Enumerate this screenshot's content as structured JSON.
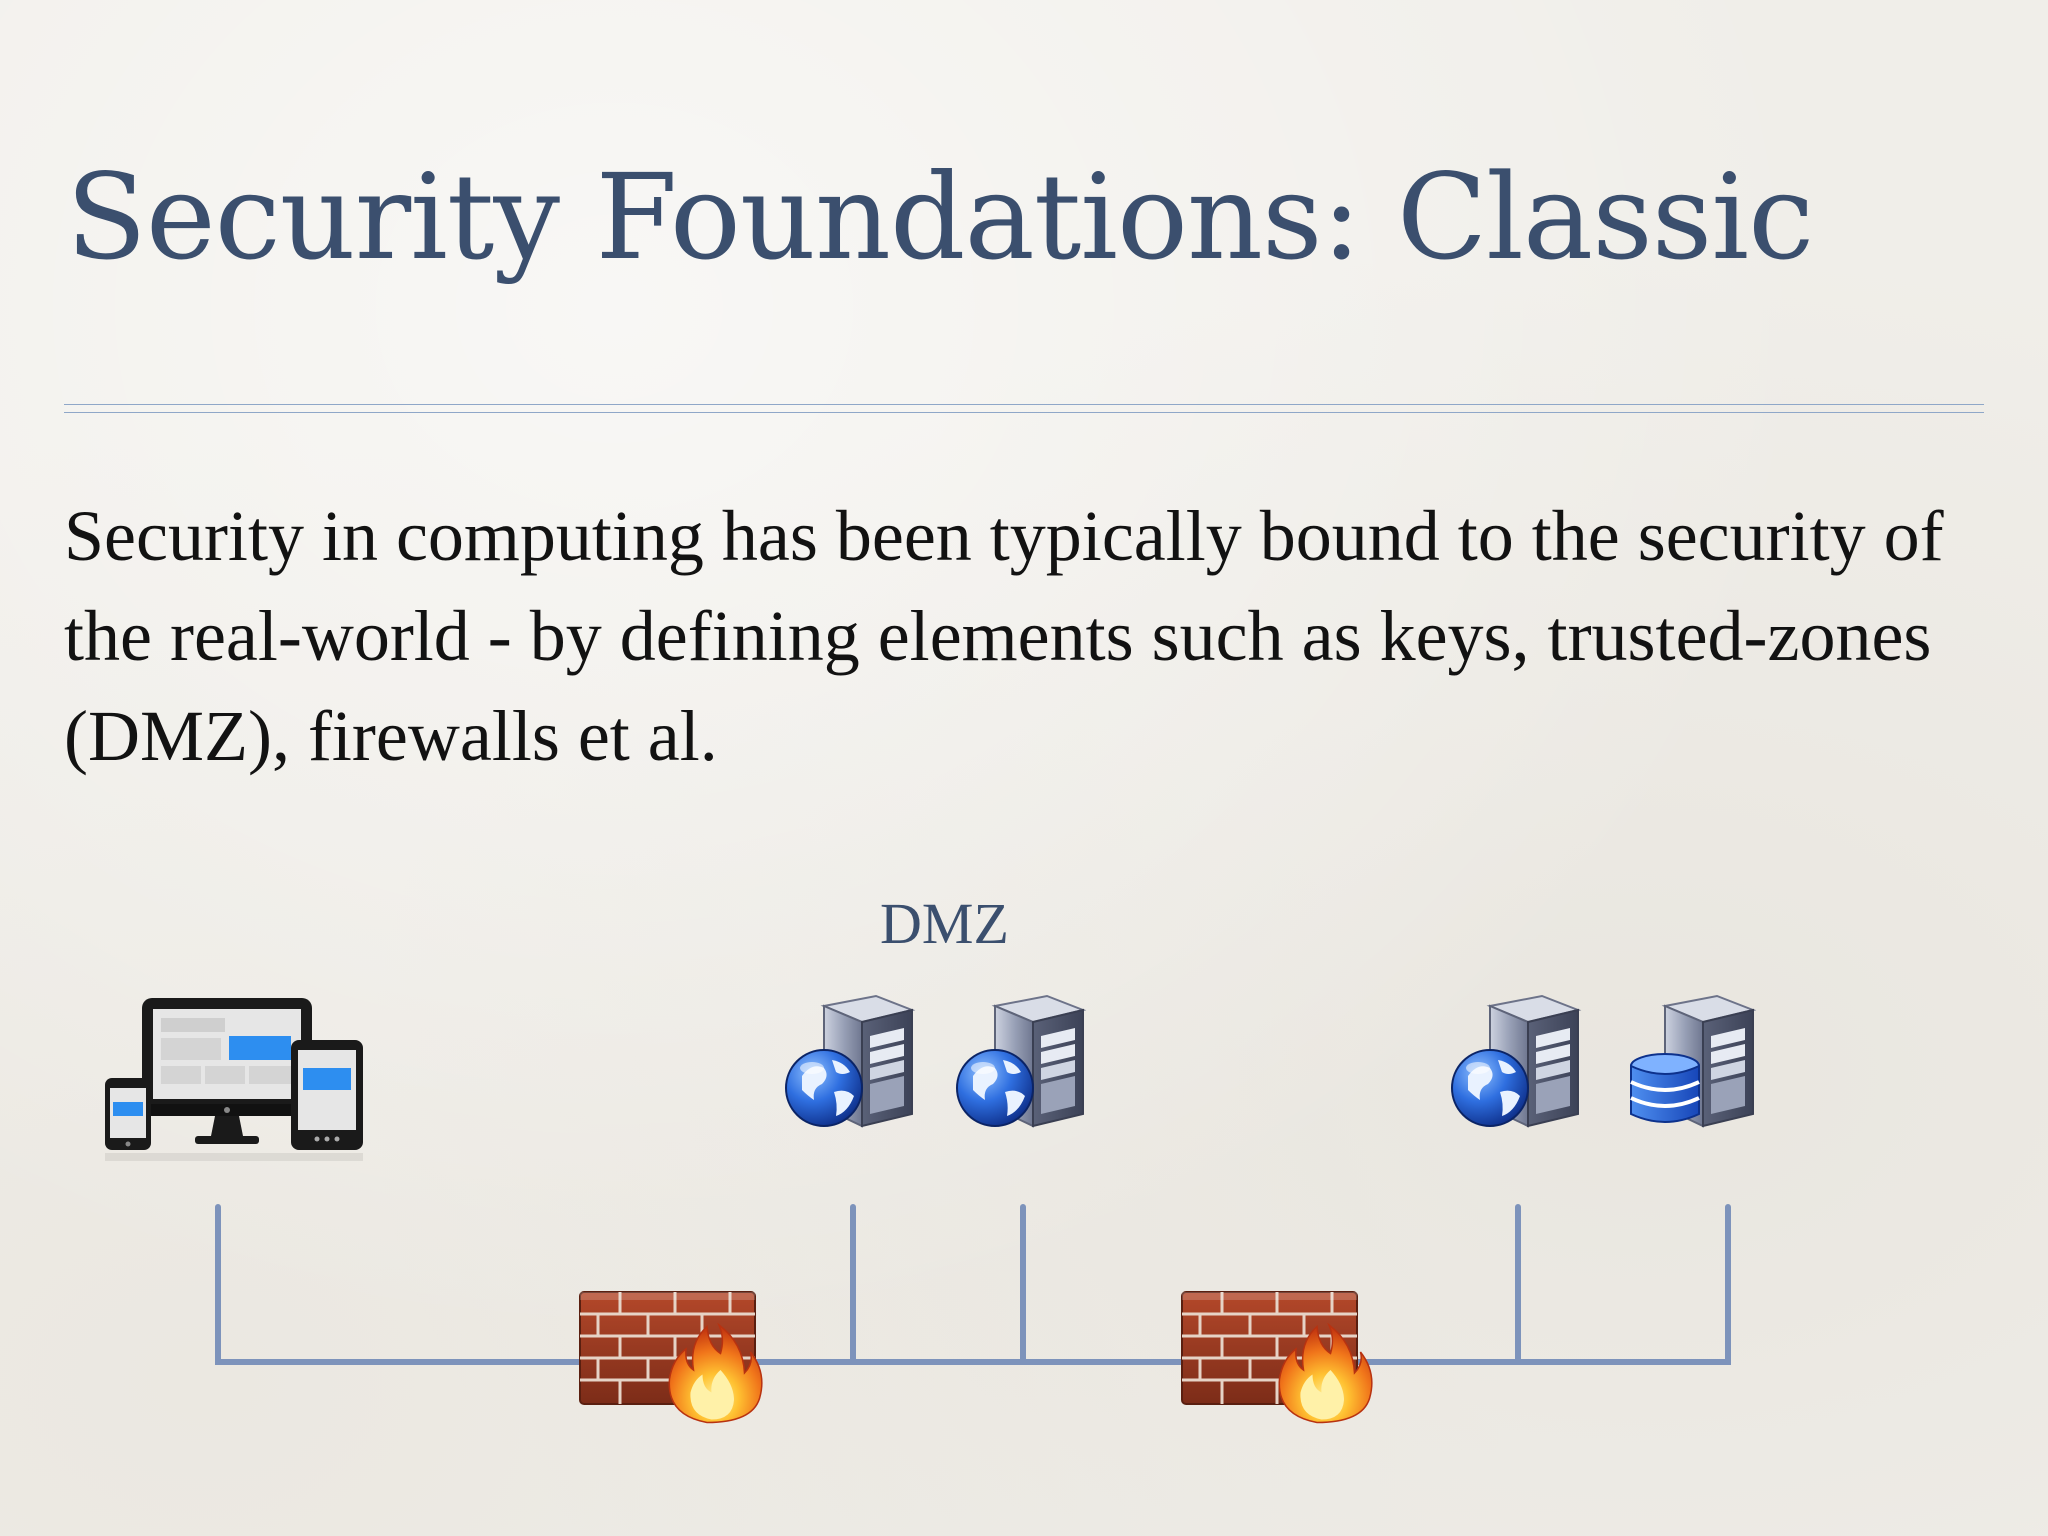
{
  "slide": {
    "title": "Security Foundations: Classic",
    "body": "Security in computing has been typically bound to the security of the real-world - by defining elements such as keys, trusted-zones (DMZ), firewalls et al."
  },
  "diagram": {
    "dmz_label": "DMZ",
    "nodes": [
      {
        "name": "client-devices-icon"
      },
      {
        "name": "web-server-icon"
      },
      {
        "name": "web-server-icon"
      },
      {
        "name": "web-server-icon"
      },
      {
        "name": "database-server-icon"
      }
    ],
    "firewalls": [
      {
        "name": "firewall-icon"
      },
      {
        "name": "firewall-icon"
      }
    ],
    "colors": {
      "title": "#3b4f6e",
      "rule": "#8fa7c8",
      "network_line": "#7d93bb",
      "brick": "#9c3b22",
      "flame": "#f28c1a",
      "server_body": "#8d96ad",
      "globe": "#1f5dd0",
      "screen_blue": "#2d8ef0"
    }
  }
}
